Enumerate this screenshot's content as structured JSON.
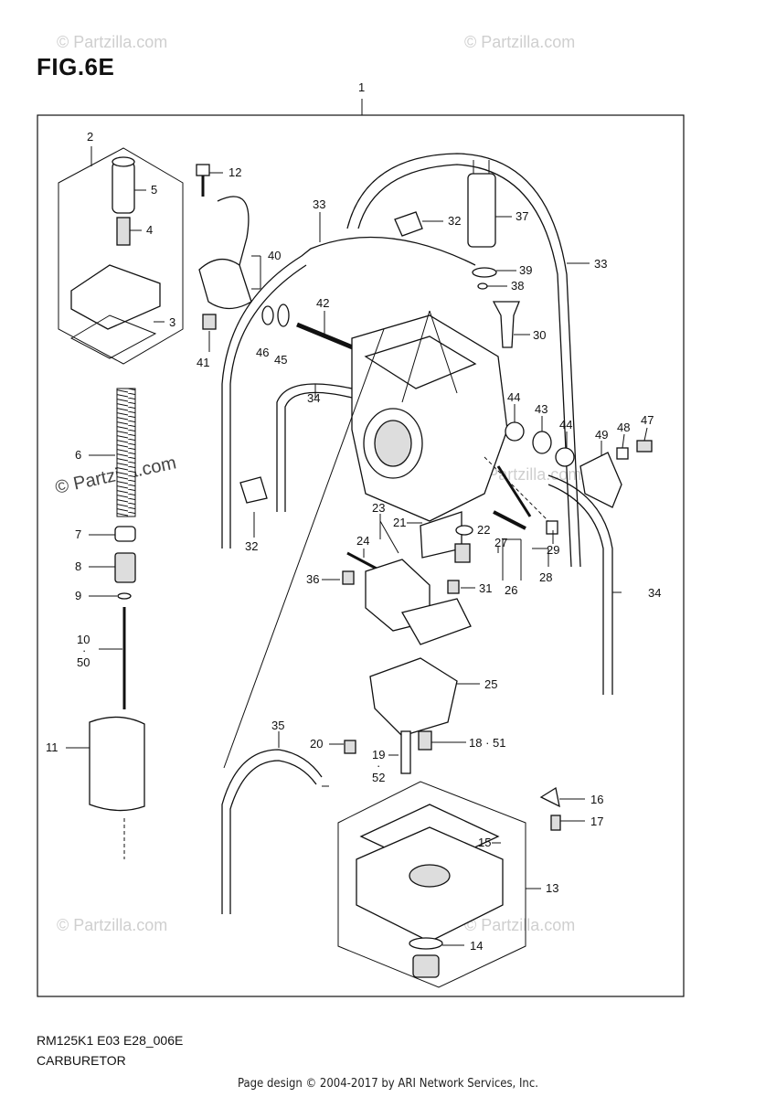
{
  "figure": {
    "title": "FIG.6E",
    "code": "RM125K1 E03 E28_006E",
    "name": "CARBURETOR",
    "credit": "Page design © 2004-2017 by ARI Network Services, Inc.",
    "watermark": "© Partzilla.com",
    "watermark_large": "© Partzilla.com"
  },
  "labels": [
    "1",
    "2",
    "3",
    "4",
    "5",
    "6",
    "7",
    "8",
    "9",
    "10",
    "·",
    "50",
    "11",
    "12",
    "13",
    "14",
    "15",
    "16",
    "17",
    "18 · 51",
    "19",
    "·",
    "52",
    "20",
    "21",
    "22",
    "23",
    "24",
    "25",
    "26",
    "27",
    "28",
    "29",
    "30",
    "31",
    "32",
    "32",
    "33",
    "33",
    "34",
    "34",
    "35",
    "36",
    "37",
    "38",
    "39",
    "40",
    "41",
    "42",
    "43",
    "44",
    "44",
    "45",
    "46",
    "47",
    "48",
    "49"
  ]
}
